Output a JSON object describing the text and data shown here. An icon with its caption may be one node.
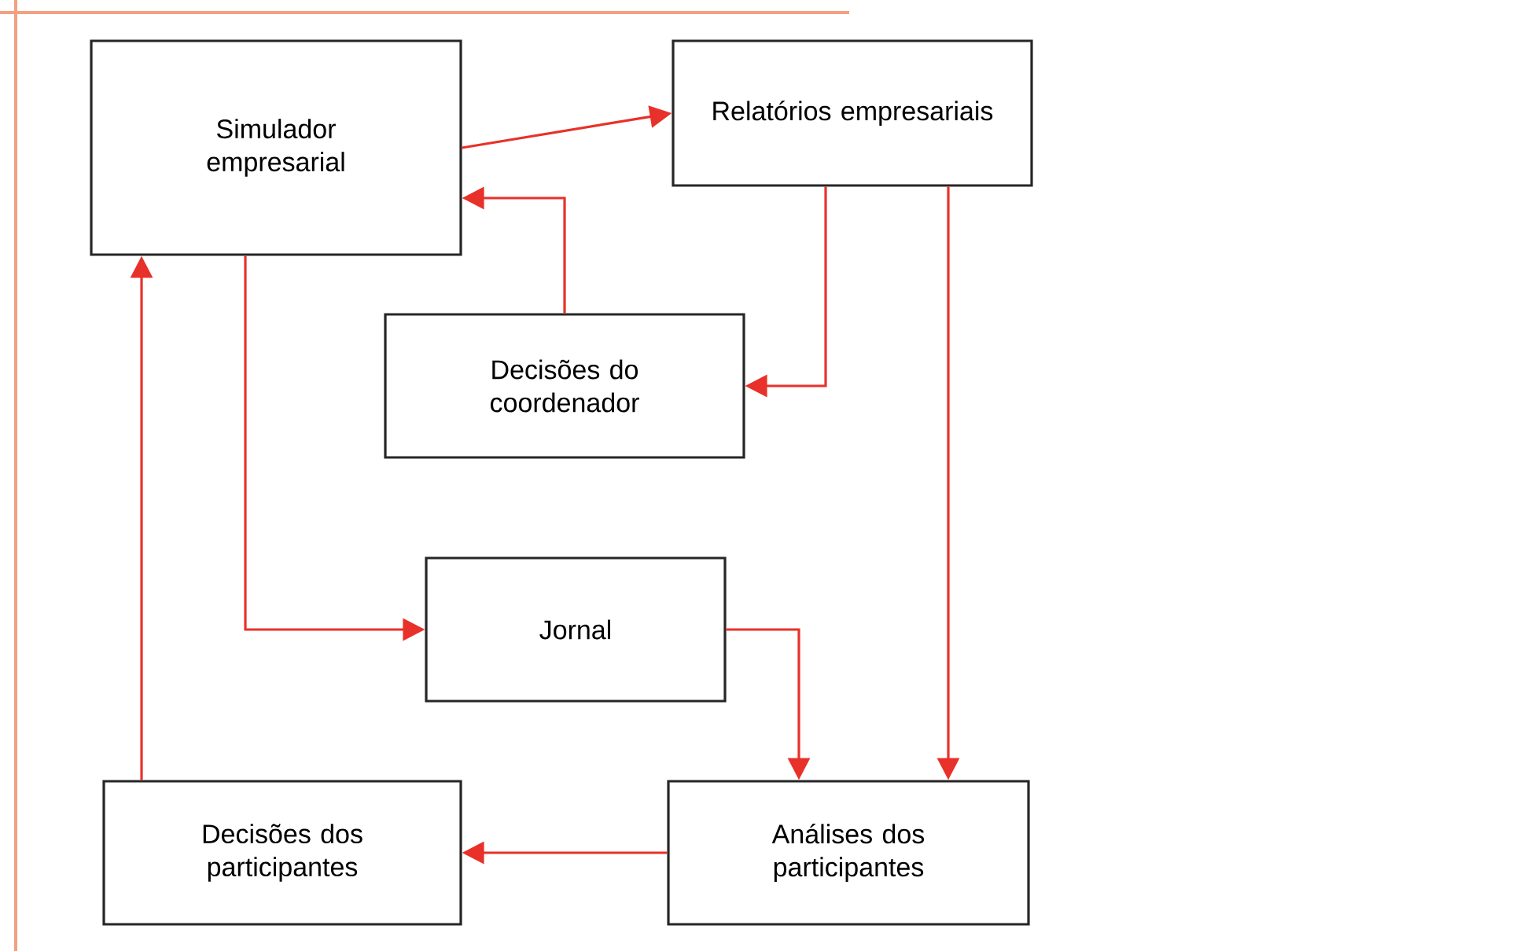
{
  "diagram": {
    "nodes": [
      {
        "text": [
          "Simulador empresarial"
        ]
      },
      {
        "text": [
          "Relatórios empresariais"
        ]
      },
      {
        "text": [
          "Decisões do coordenador"
        ]
      },
      {
        "text": [
          "Jornal"
        ]
      },
      {
        "text": [
          "Decisões dos participantes"
        ]
      },
      {
        "text": [
          "Análises dos participantes"
        ]
      }
    ],
    "edges": [
      {
        "from": 0,
        "to": 1,
        "arrow": "to"
      },
      {
        "from": 2,
        "to": 0,
        "arrow": "to"
      },
      {
        "from": 1,
        "to": 2,
        "arrow": "to"
      },
      {
        "from": 1,
        "to": 5,
        "arrow": "to"
      },
      {
        "from": 0,
        "to": 3,
        "arrow": "to"
      },
      {
        "from": 3,
        "to": 5,
        "arrow": "to"
      },
      {
        "from": 5,
        "to": 4,
        "arrow": "to"
      },
      {
        "from": 4,
        "to": 0,
        "arrow": "to"
      }
    ]
  }
}
